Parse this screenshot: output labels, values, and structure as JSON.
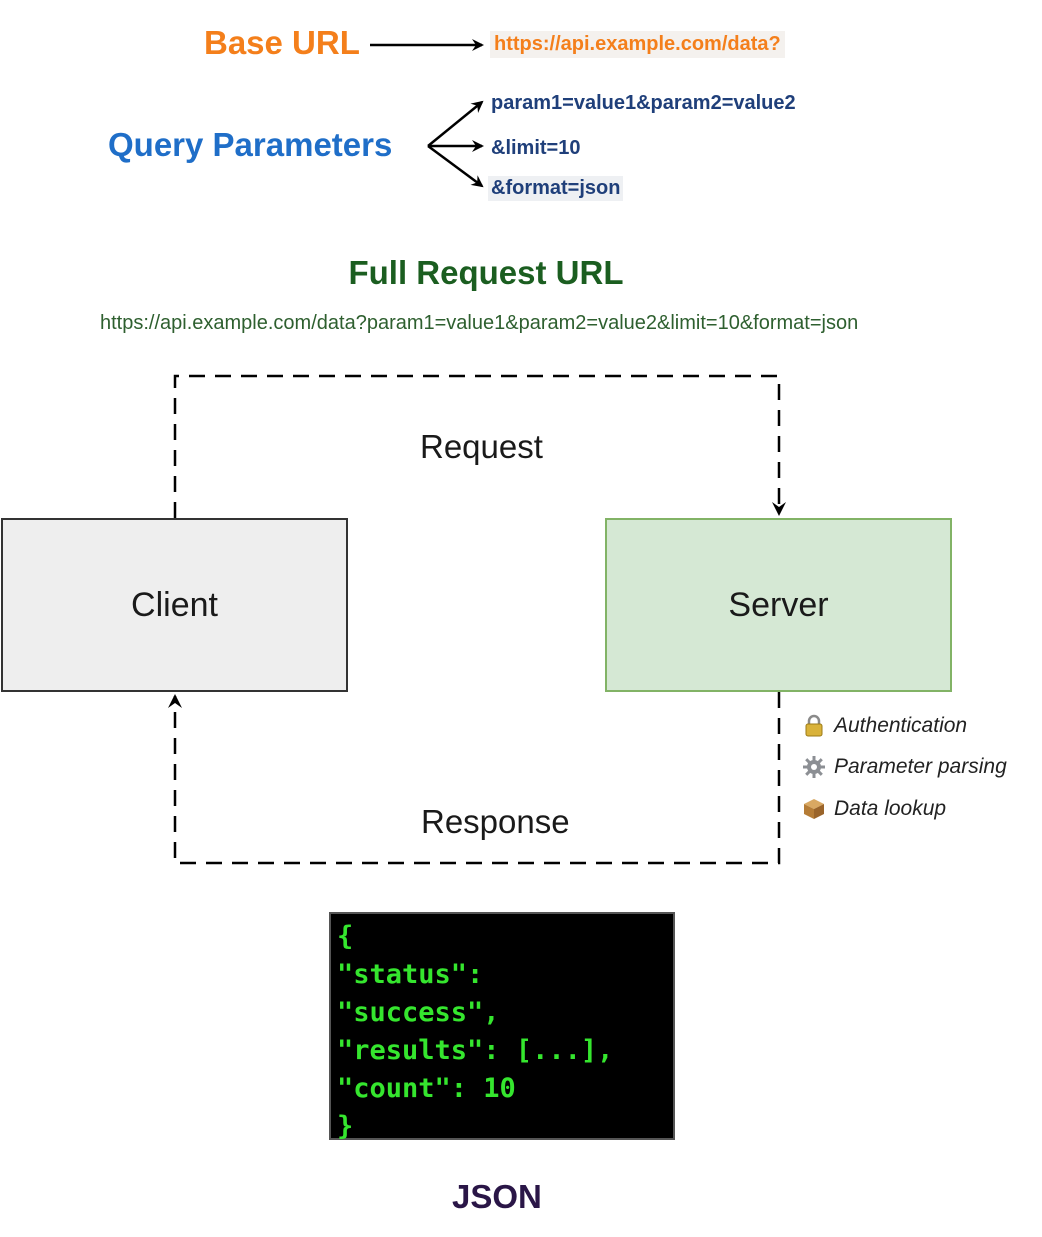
{
  "base_url": {
    "label": "Base URL",
    "value": "https://api.example.com/data?"
  },
  "query_parameters": {
    "label": "Query Parameters",
    "items": [
      "param1=value1&param2=value2",
      "&limit=10",
      "&format=json"
    ]
  },
  "full_request": {
    "title": "Full Request URL",
    "url": "https://api.example.com/data?param1=value1&param2=value2&limit=10&format=json"
  },
  "flow": {
    "client": "Client",
    "server": "Server",
    "request": "Request",
    "response": "Response"
  },
  "server_steps": [
    {
      "icon": "lock-icon",
      "label": "Authentication"
    },
    {
      "icon": "gear-icon",
      "label": "Parameter parsing"
    },
    {
      "icon": "package-icon",
      "label": "Data lookup"
    }
  ],
  "json_response": {
    "lines": [
      "{",
      "\"status\":",
      "\"success\",",
      "\"results\": [...],",
      "\"count\": 10",
      "}"
    ],
    "caption": "JSON"
  },
  "colors": {
    "base_url": "#f47f1b",
    "query_parameters": "#1f6ec8",
    "full_request": "#1b5e20",
    "client_fill": "#eeeeee",
    "server_fill": "#d5e8d4",
    "server_stroke": "#82b366",
    "json_text": "#35e62e",
    "json_background": "#000000",
    "json_caption": "#2a1647"
  }
}
